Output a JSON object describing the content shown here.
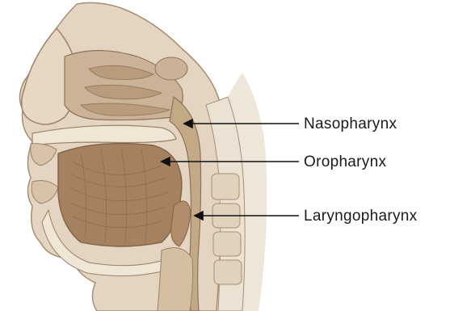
{
  "labels": {
    "nasopharynx": "Nasopharynx",
    "oropharynx": "Oropharynx",
    "laryngopharynx": "Laryngopharynx"
  },
  "colors": {
    "tissue": "#d7c6b0",
    "tissue_light": "#e9dccb",
    "tissue_dark": "#b89b7c",
    "muscle": "#a88564",
    "outline": "#8f7258",
    "arrow": "#111111"
  }
}
